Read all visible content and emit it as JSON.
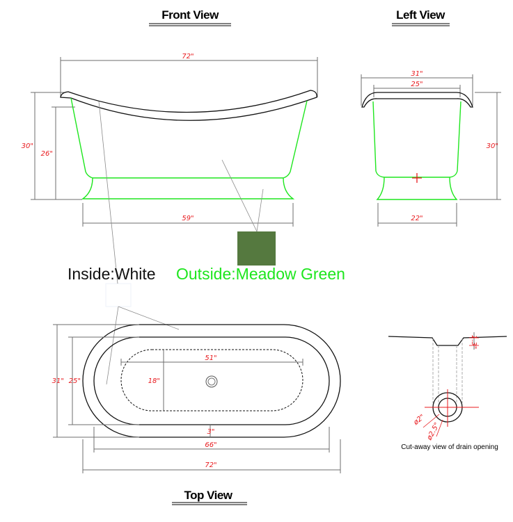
{
  "titles": {
    "front": "Front View",
    "left": "Left View",
    "top": "Top View"
  },
  "front_view": {
    "dims": {
      "overall_length": "72\"",
      "base_length": "59\"",
      "height_total": "30\"",
      "height_inner": "26\""
    }
  },
  "left_view": {
    "dims": {
      "top_width": "31\"",
      "inner_width": "25\"",
      "base_width": "22\"",
      "height": "30\""
    }
  },
  "top_view": {
    "dims": {
      "length_outer": "72\"",
      "length_inner": "66\"",
      "basin_length": "51\"",
      "basin_width": "18\"",
      "width_outer": "31\"",
      "width_inner": "25\"",
      "rim_gap": "3\""
    }
  },
  "drain": {
    "caption": "Cut-away view of drain opening",
    "dims": {
      "depth": "1.3\"",
      "outer_dia": "ø2.5\"",
      "inner_dia": "ø2\""
    }
  },
  "finish": {
    "inside_label": "Inside:White",
    "outside_label": "Outside:Meadow Green",
    "inside_color": "#ffffff",
    "outside_color": "#55793f",
    "label_green": "#1de61d"
  },
  "colors": {
    "dimension": "#e8181c",
    "outline_green": "#1ee61e"
  }
}
